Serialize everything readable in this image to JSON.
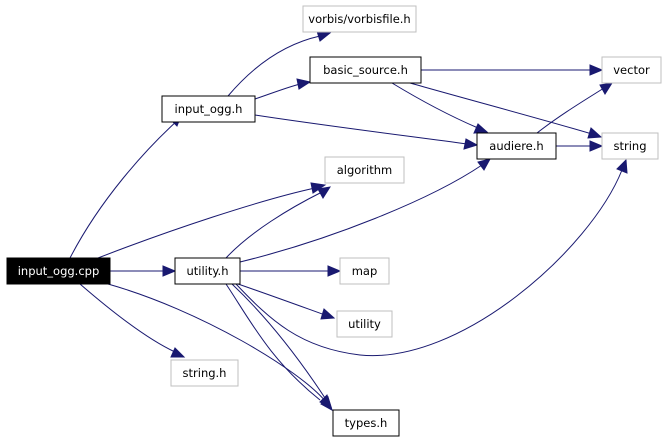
{
  "graph": {
    "nodes": {
      "input_ogg_cpp": "input_ogg.cpp",
      "input_ogg_h": "input_ogg.h",
      "vorbisfile_h": "vorbis/vorbisfile.h",
      "basic_source_h": "basic_source.h",
      "vector": "vector",
      "audiere_h": "audiere.h",
      "string": "string",
      "algorithm": "algorithm",
      "utility_h": "utility.h",
      "map": "map",
      "utility": "utility",
      "string_h": "string.h",
      "types_h": "types.h"
    },
    "edges": [
      {
        "from": "input_ogg.cpp",
        "to": "input_ogg.h"
      },
      {
        "from": "input_ogg.cpp",
        "to": "algorithm"
      },
      {
        "from": "input_ogg.cpp",
        "to": "utility.h"
      },
      {
        "from": "input_ogg.cpp",
        "to": "string.h"
      },
      {
        "from": "input_ogg.cpp",
        "to": "types.h"
      },
      {
        "from": "input_ogg.h",
        "to": "vorbis/vorbisfile.h"
      },
      {
        "from": "input_ogg.h",
        "to": "basic_source.h"
      },
      {
        "from": "input_ogg.h",
        "to": "audiere.h"
      },
      {
        "from": "basic_source.h",
        "to": "vector"
      },
      {
        "from": "basic_source.h",
        "to": "audiere.h"
      },
      {
        "from": "basic_source.h",
        "to": "string"
      },
      {
        "from": "audiere.h",
        "to": "vector"
      },
      {
        "from": "audiere.h",
        "to": "string"
      },
      {
        "from": "utility.h",
        "to": "algorithm"
      },
      {
        "from": "utility.h",
        "to": "audiere.h"
      },
      {
        "from": "utility.h",
        "to": "map"
      },
      {
        "from": "utility.h",
        "to": "utility"
      },
      {
        "from": "utility.h",
        "to": "string"
      },
      {
        "from": "utility.h",
        "to": "types.h"
      }
    ]
  }
}
